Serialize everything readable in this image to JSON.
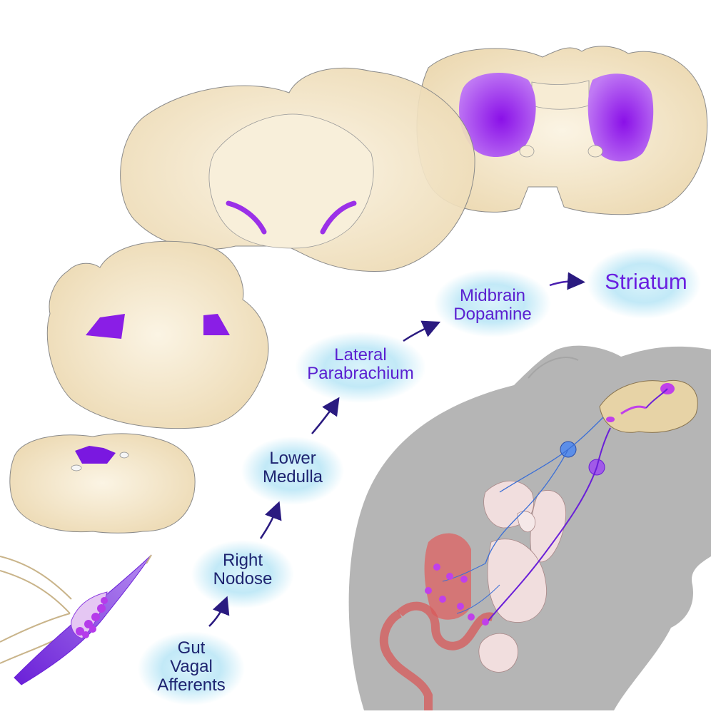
{
  "pathway": {
    "nodes": [
      {
        "id": "gut-vagal-afferents",
        "label": "Gut\nVagal\nAfferents"
      },
      {
        "id": "right-nodose",
        "label": "Right\nNodose"
      },
      {
        "id": "lower-medulla",
        "label": "Lower\nMedulla"
      },
      {
        "id": "lateral-parabrachium",
        "label": "Lateral\nParabrachium"
      },
      {
        "id": "midbrain-dopamine",
        "label": "Midbrain\nDopamine"
      },
      {
        "id": "striatum",
        "label": "Striatum"
      }
    ]
  },
  "colors": {
    "tissue": "#f3e6c8",
    "tissue_outline": "#8a8a8a",
    "label_region": "#7a18e0",
    "glow": "#b9e6f6",
    "arrow": "#2a1a80",
    "mouse_body": "#b5b5b5",
    "intestine": "#d85a5a",
    "organs": "#f1dede",
    "nerve": "#3b6fd6"
  }
}
